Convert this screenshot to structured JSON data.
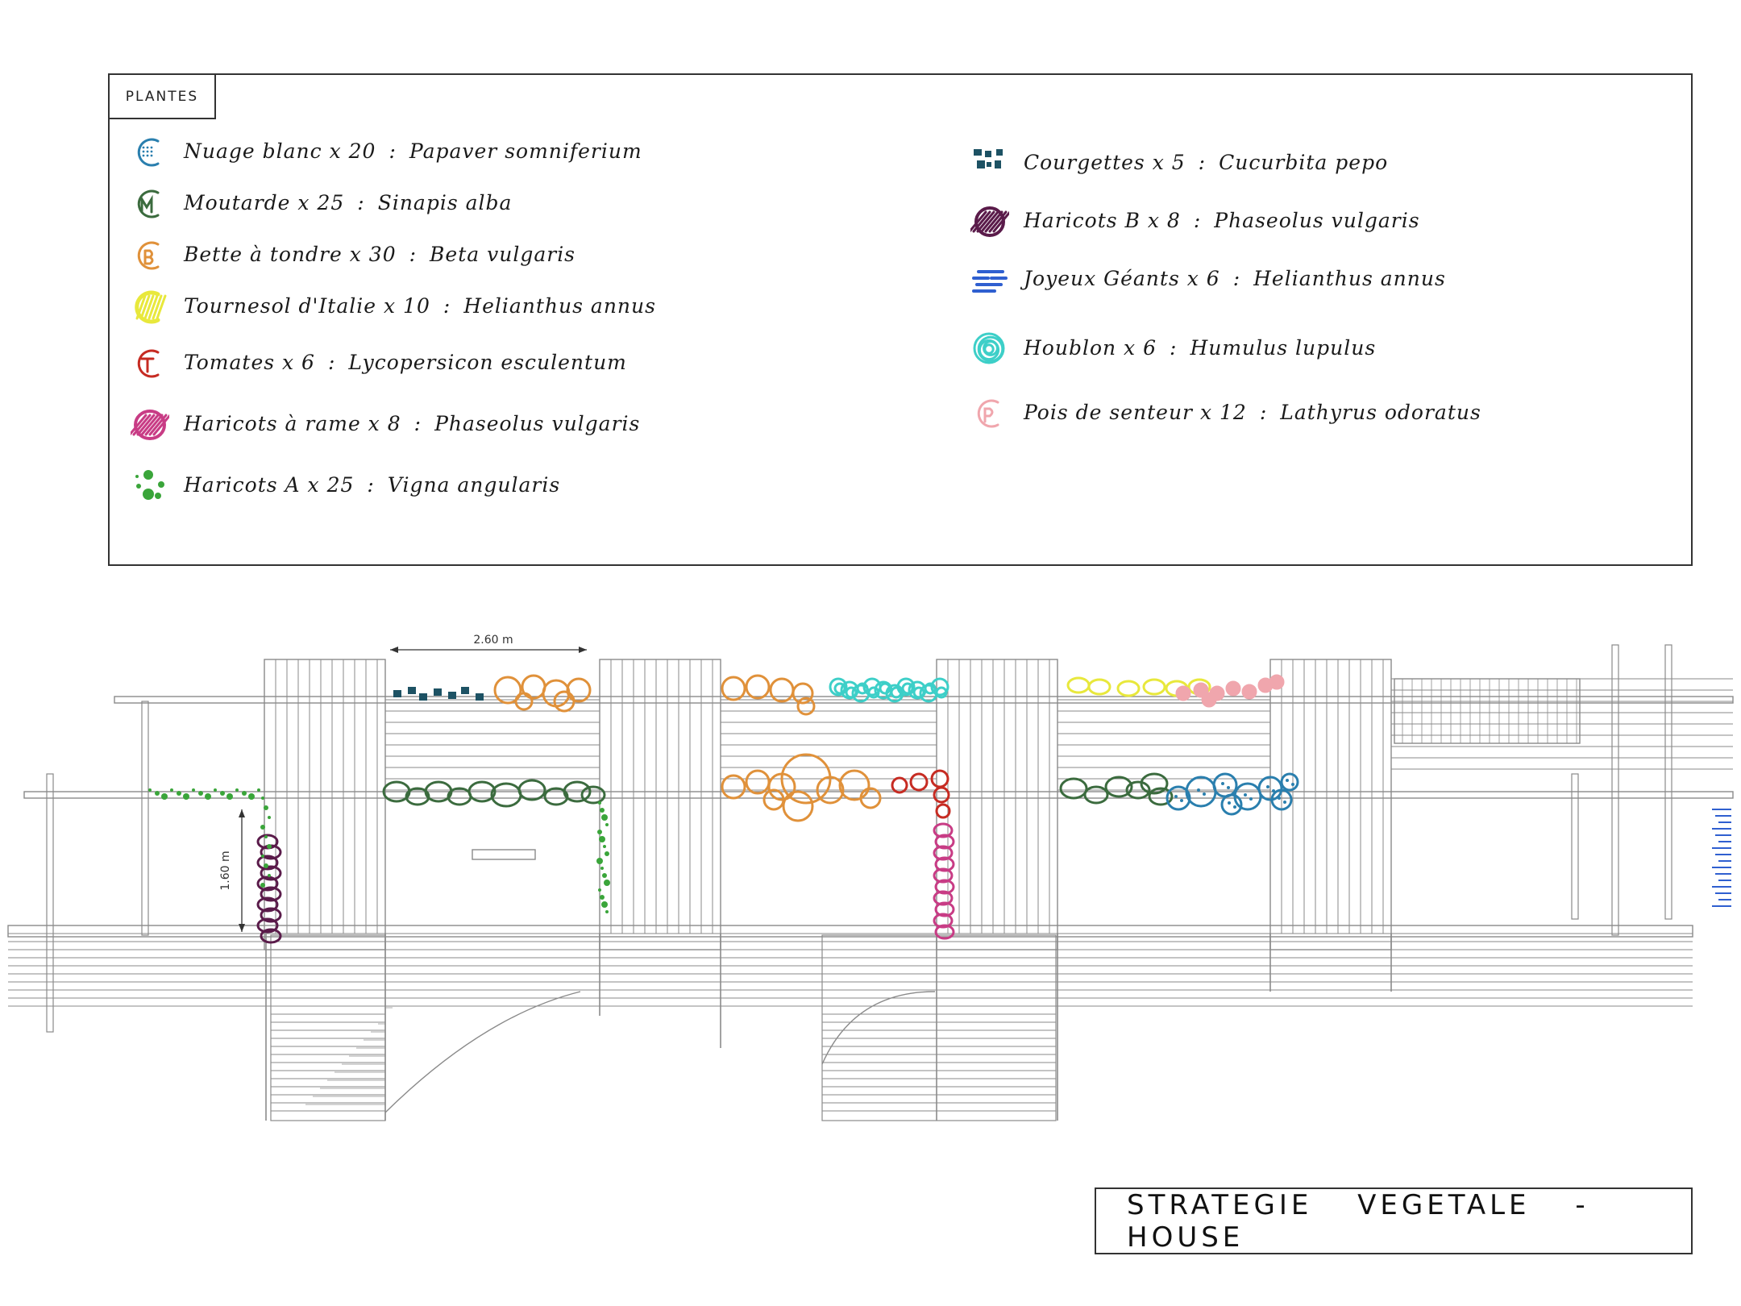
{
  "legend": {
    "tag": "PLANTES",
    "left_items": [
      {
        "name": "Nuage blanc x 20",
        "latin": "Papaver somniferium",
        "color": "#2a7fae",
        "icon": "dotted-c-icon"
      },
      {
        "name": "Moutarde x 25",
        "latin": "Sinapis alba",
        "color": "#3b6b3e",
        "icon": "m-in-c-icon"
      },
      {
        "name": "Bette à tondre x 30",
        "latin": "Beta vulgaris",
        "color": "#e0913a",
        "icon": "b-in-c-icon"
      },
      {
        "name": "Tournesol d'Italie x 10",
        "latin": "Helianthus annus",
        "color": "#e8e83c",
        "icon": "hatched-c-icon"
      },
      {
        "name": "Tomates x 6",
        "latin": "Lycopersicon esculentum",
        "color": "#c62b22",
        "icon": "t-in-c-icon"
      },
      {
        "name": "Haricots à rame x 8",
        "latin": "Phaseolus vulgaris",
        "color": "#c83c85",
        "icon": "hatched-oval-icon"
      },
      {
        "name": "Haricots A x 25",
        "latin": "Vigna angularis",
        "color": "#3aa53a",
        "icon": "dot-cluster-icon"
      }
    ],
    "right_items": [
      {
        "name": "Courgettes x 5",
        "latin": "Cucurbita pepo",
        "color": "#1d5264",
        "icon": "square-cluster-icon"
      },
      {
        "name": "Haricots B x 8",
        "latin": "Phaseolus vulgaris",
        "color": "#5a1b4a",
        "icon": "hatched-circle-icon"
      },
      {
        "name": "Joyeux Géants x 6",
        "latin": "Helianthus annus",
        "color": "#2f5fd0",
        "icon": "dash-lines-icon"
      },
      {
        "name": "Houblon x 6",
        "latin": "Humulus lupulus",
        "color": "#3dcfc8",
        "icon": "scribble-circle-icon"
      },
      {
        "name": "Pois de senteur x 12",
        "latin": "Lathyrus odoratus",
        "color": "#f0a6ad",
        "icon": "p-in-c-icon"
      }
    ],
    "separator": ":"
  },
  "dimensions": {
    "width_label": "2.60 m",
    "height_label": "1.60 m"
  },
  "title": "STRATEGIE VEGETALE - HOUSE"
}
